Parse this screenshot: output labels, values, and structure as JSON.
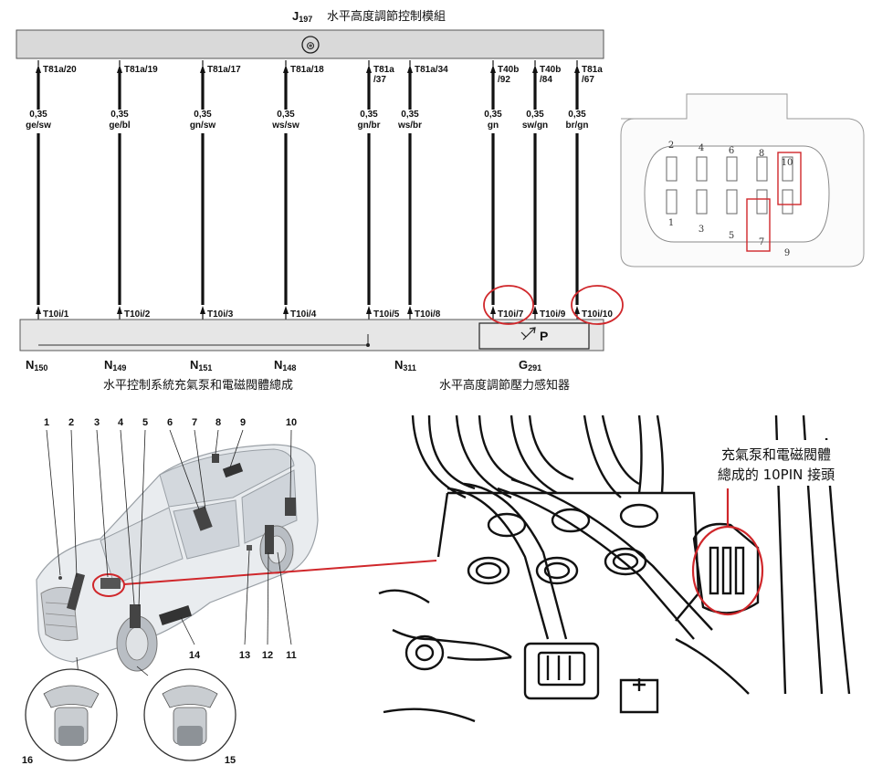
{
  "module": {
    "code": "J",
    "code_sub": "197",
    "name": "水平高度調節控制模組",
    "ground_symbol": "⊛"
  },
  "wires": [
    {
      "top_pin": "T81a/20",
      "gauge": "0,35",
      "color": "ge/sw",
      "bottom_pin": "T10i/1"
    },
    {
      "top_pin": "T81a/19",
      "gauge": "0,35",
      "color": "ge/bl",
      "bottom_pin": "T10i/2"
    },
    {
      "top_pin": "T81a/17",
      "gauge": "0,35",
      "color": "gn/sw",
      "bottom_pin": "T10i/3"
    },
    {
      "top_pin": "T81a/18",
      "gauge": "0,35",
      "color": "ws/sw",
      "bottom_pin": "T10i/4"
    },
    {
      "top_pin": "T81a",
      "top_pin2": "/37",
      "gauge": "0,35",
      "color": "gn/br",
      "bottom_pin": "T10i/5"
    },
    {
      "top_pin": "T81a/34",
      "gauge": "0,35",
      "color": "ws/br",
      "bottom_pin": "T10i/8"
    },
    {
      "top_pin": "T40b",
      "top_pin2": "/92",
      "gauge": "0,35",
      "color": "gn",
      "bottom_pin": "T10i/7"
    },
    {
      "top_pin": "T40b",
      "top_pin2": "/84",
      "gauge": "0,35",
      "color": "sw/gn",
      "bottom_pin": "T10i/9"
    },
    {
      "top_pin": "T81a",
      "top_pin2": "/67",
      "gauge": "0,35",
      "color": "br/gn",
      "bottom_pin": "T10i/10"
    }
  ],
  "components": {
    "n150": {
      "code": "N",
      "sub": "150"
    },
    "n149": {
      "code": "N",
      "sub": "149"
    },
    "n151": {
      "code": "N",
      "sub": "151"
    },
    "n148": {
      "code": "N",
      "sub": "148"
    },
    "n311": {
      "code": "N",
      "sub": "311"
    },
    "g291": {
      "code": "G",
      "sub": "291"
    },
    "pressure_symbol": "P"
  },
  "captions": {
    "pump_assembly": "水平控制系統充氣泵和電磁閥體總成",
    "pressure_sensor": "水平高度調節壓力感知器"
  },
  "connector_pins": {
    "top_row": [
      "2",
      "4",
      "6",
      "8",
      "10"
    ],
    "bottom_row": [
      "1",
      "3",
      "5",
      "7",
      "9"
    ]
  },
  "car_callouts": {
    "top": [
      "1",
      "2",
      "3",
      "4",
      "5",
      "6",
      "7",
      "8",
      "9",
      "10"
    ],
    "bottom": [
      "14",
      "13",
      "12",
      "11"
    ],
    "insets": [
      "16",
      "15"
    ]
  },
  "photo_label": {
    "line1": "充氣泵和電磁閥體",
    "line2": "總成的 10PIN 接頭"
  },
  "colors": {
    "highlight": "#d0272b",
    "module_bar": "#d9d9d9",
    "wire": "#111111"
  }
}
